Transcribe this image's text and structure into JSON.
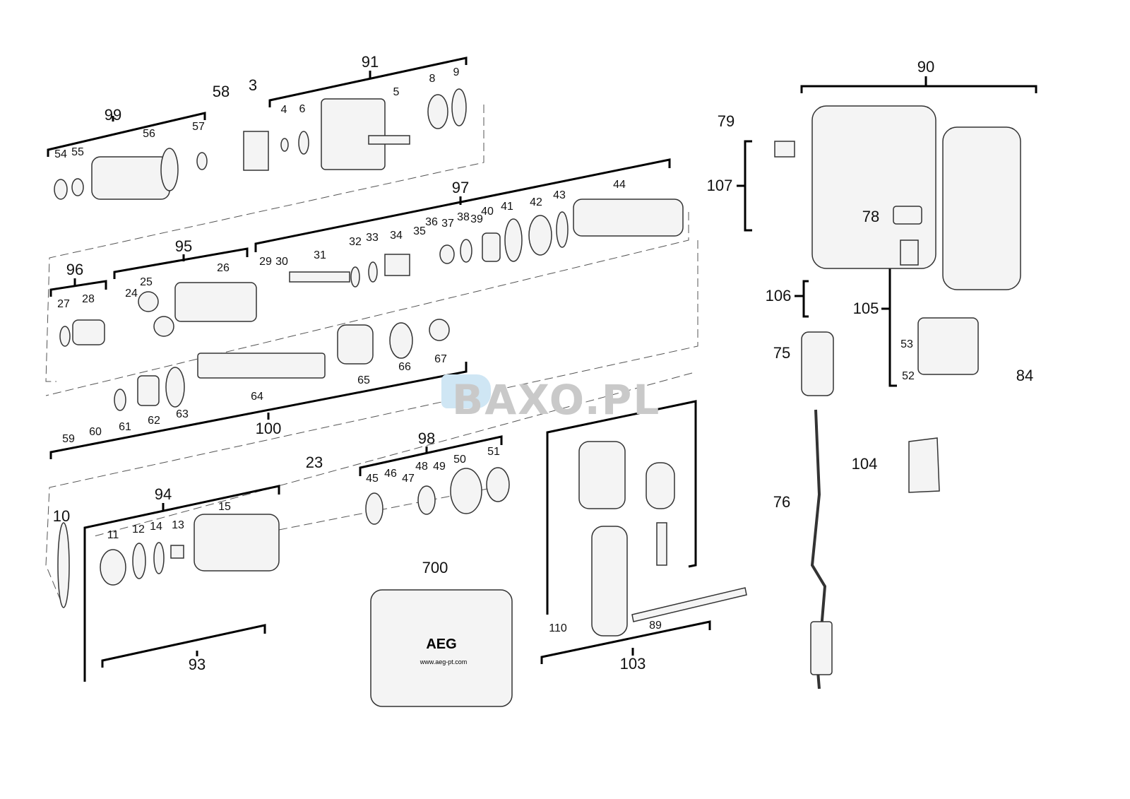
{
  "watermark": "BAXO.PL",
  "case_logo": "AEG",
  "case_url": "www.aeg-pt.com",
  "assemblies": [
    "99",
    "91",
    "90",
    "107",
    "97",
    "95",
    "96",
    "100",
    "98",
    "94",
    "93",
    "103",
    "110",
    "105",
    "106"
  ],
  "part_labels": [
    "99",
    "58",
    "3",
    "91",
    "8",
    "9",
    "4",
    "6",
    "5",
    "56",
    "57",
    "54",
    "55",
    "90",
    "79",
    "107",
    "78",
    "97",
    "44",
    "43",
    "42",
    "41",
    "40",
    "39",
    "38",
    "37",
    "36",
    "35",
    "34",
    "33",
    "32",
    "31",
    "30",
    "29",
    "95",
    "26",
    "96",
    "25",
    "24",
    "28",
    "27",
    "106",
    "105",
    "75",
    "53",
    "52",
    "84",
    "67",
    "66",
    "65",
    "64",
    "63",
    "62",
    "61",
    "60",
    "59",
    "100",
    "98",
    "23",
    "51",
    "50",
    "49",
    "48",
    "47",
    "46",
    "45",
    "104",
    "94",
    "10",
    "15",
    "11",
    "12",
    "14",
    "13",
    "76",
    "700",
    "93",
    "110",
    "89",
    "103"
  ]
}
